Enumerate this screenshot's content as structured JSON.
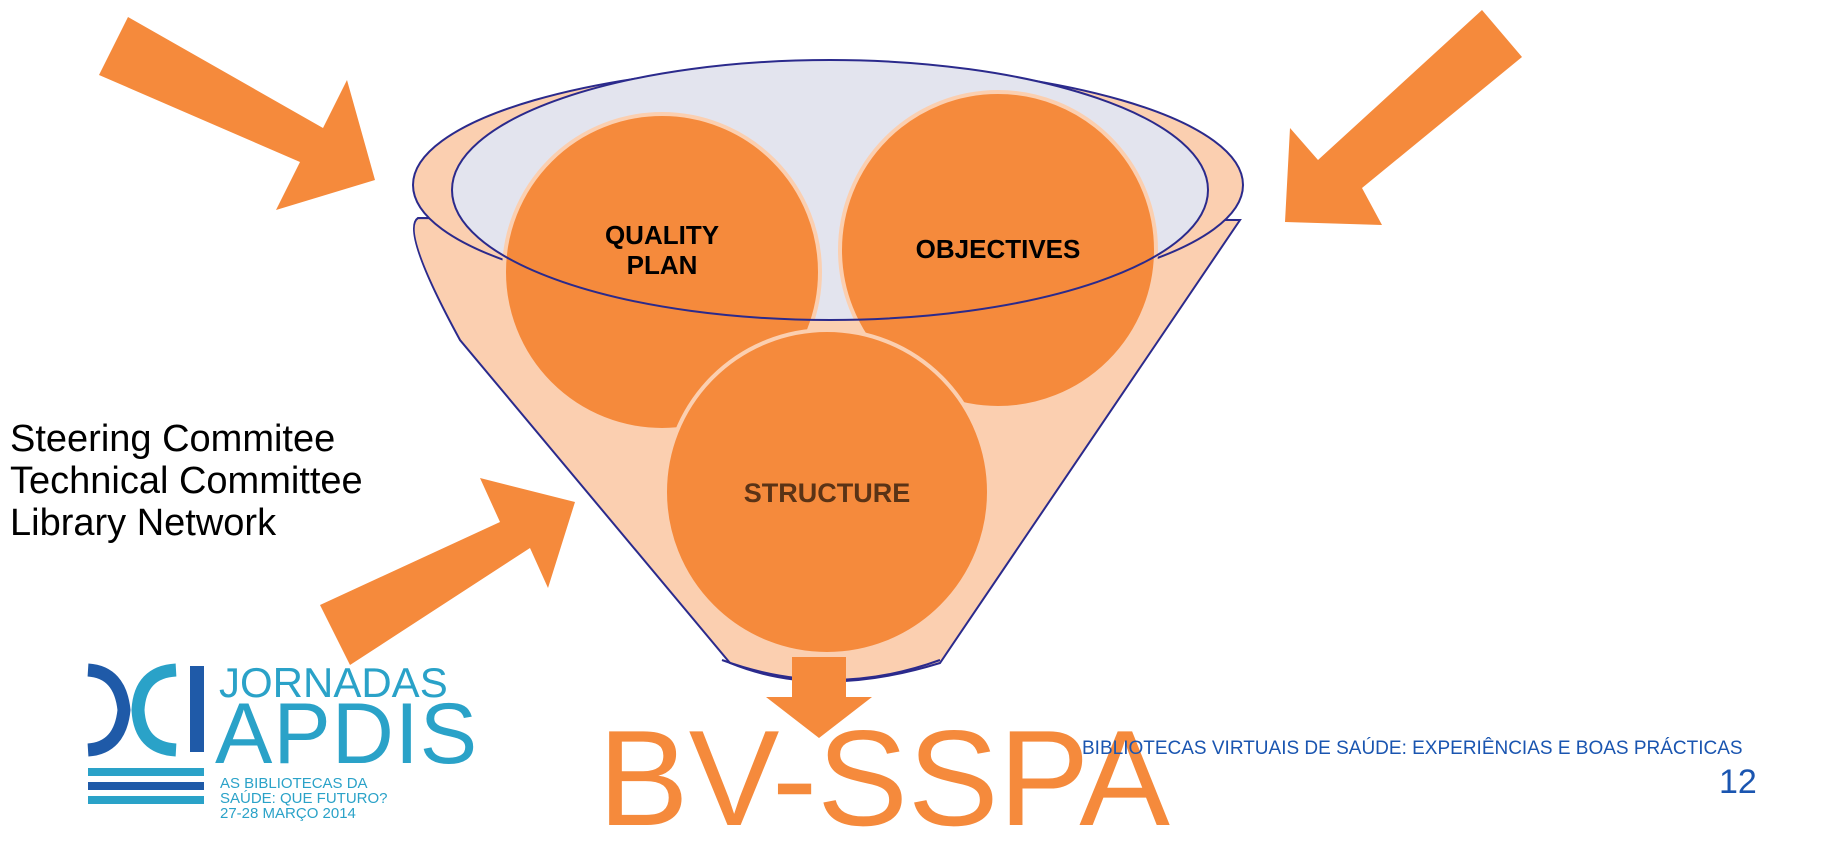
{
  "diagram": {
    "circles": {
      "quality_plan": {
        "line1": "QUALITY",
        "line2": "PLAN"
      },
      "objectives": "OBJECTIVES",
      "structure": "STRUCTURE"
    },
    "roles": [
      "Steering Commitee",
      "Technical Committee",
      "Library Network"
    ],
    "output_label": "BV-SSPA"
  },
  "logo": {
    "jornadas": "JORNADAS",
    "apdis": "APDIS",
    "line1": "AS BIBLIOTECAS DA",
    "line2": "SAÚDE: QUE FUTURO?",
    "line3": "27-28 MARÇO 2014"
  },
  "footer": {
    "text": "BIBLIOTECAS VIRTUAIS DE SAÚDE: EXPERIÊNCIAS E BOAS PRÁCTICAS",
    "page_number": "12"
  },
  "colors": {
    "orange": "#f58a3c",
    "funnel_fill": "#fbcfb0",
    "funnel_outline": "#2b2a8c",
    "rim_inner": "#e3e4ee",
    "logo_blue": "#2aa2c8",
    "footer_blue": "#1a55b0"
  }
}
